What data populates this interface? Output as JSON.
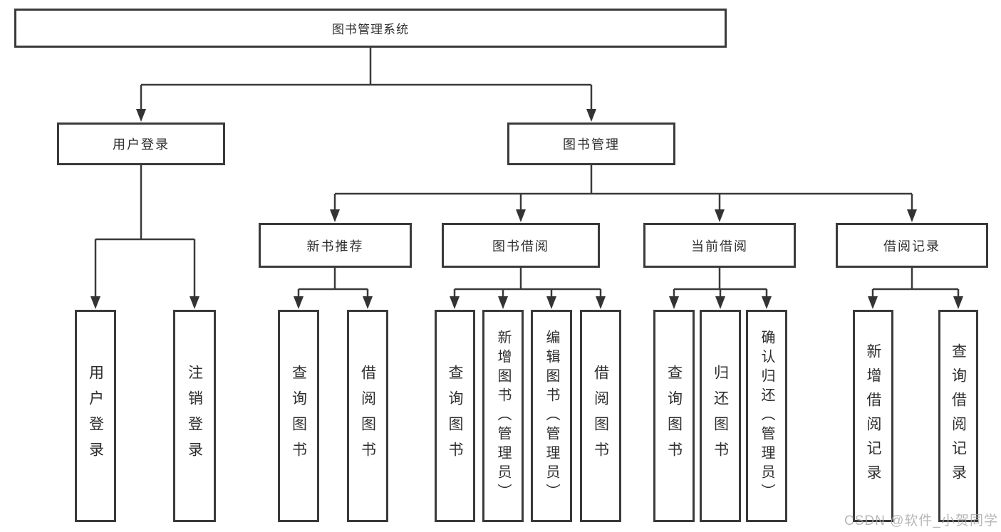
{
  "tree": {
    "label": "图书管理系统",
    "children": [
      {
        "label": "用户登录",
        "children": [
          {
            "label": "用户登录"
          },
          {
            "label": "注销登录"
          }
        ]
      },
      {
        "label": "图书管理",
        "children": [
          {
            "label": "新书推荐",
            "children": [
              {
                "label": "查询图书"
              },
              {
                "label": "借阅图书"
              }
            ]
          },
          {
            "label": "图书借阅",
            "children": [
              {
                "label": "查询图书"
              },
              {
                "label": "新增图书（管理员）"
              },
              {
                "label": "编辑图书（管理员）"
              },
              {
                "label": "借阅图书"
              }
            ]
          },
          {
            "label": "当前借阅",
            "children": [
              {
                "label": "查询图书"
              },
              {
                "label": "归还图书"
              },
              {
                "label": "确认归还（管理员）"
              }
            ]
          },
          {
            "label": "借阅记录",
            "children": [
              {
                "label": "新增借阅记录"
              },
              {
                "label": "查询借阅记录"
              }
            ]
          }
        ]
      }
    ]
  },
  "watermark": {
    "text": "CSDN @软件_小贺同学"
  },
  "colors": {
    "box_border": "#3a3a3a",
    "connector": "#3a3a3a",
    "text": "#2e2e2e",
    "watermark": "#a6a6a6",
    "background": "#ffffff"
  }
}
